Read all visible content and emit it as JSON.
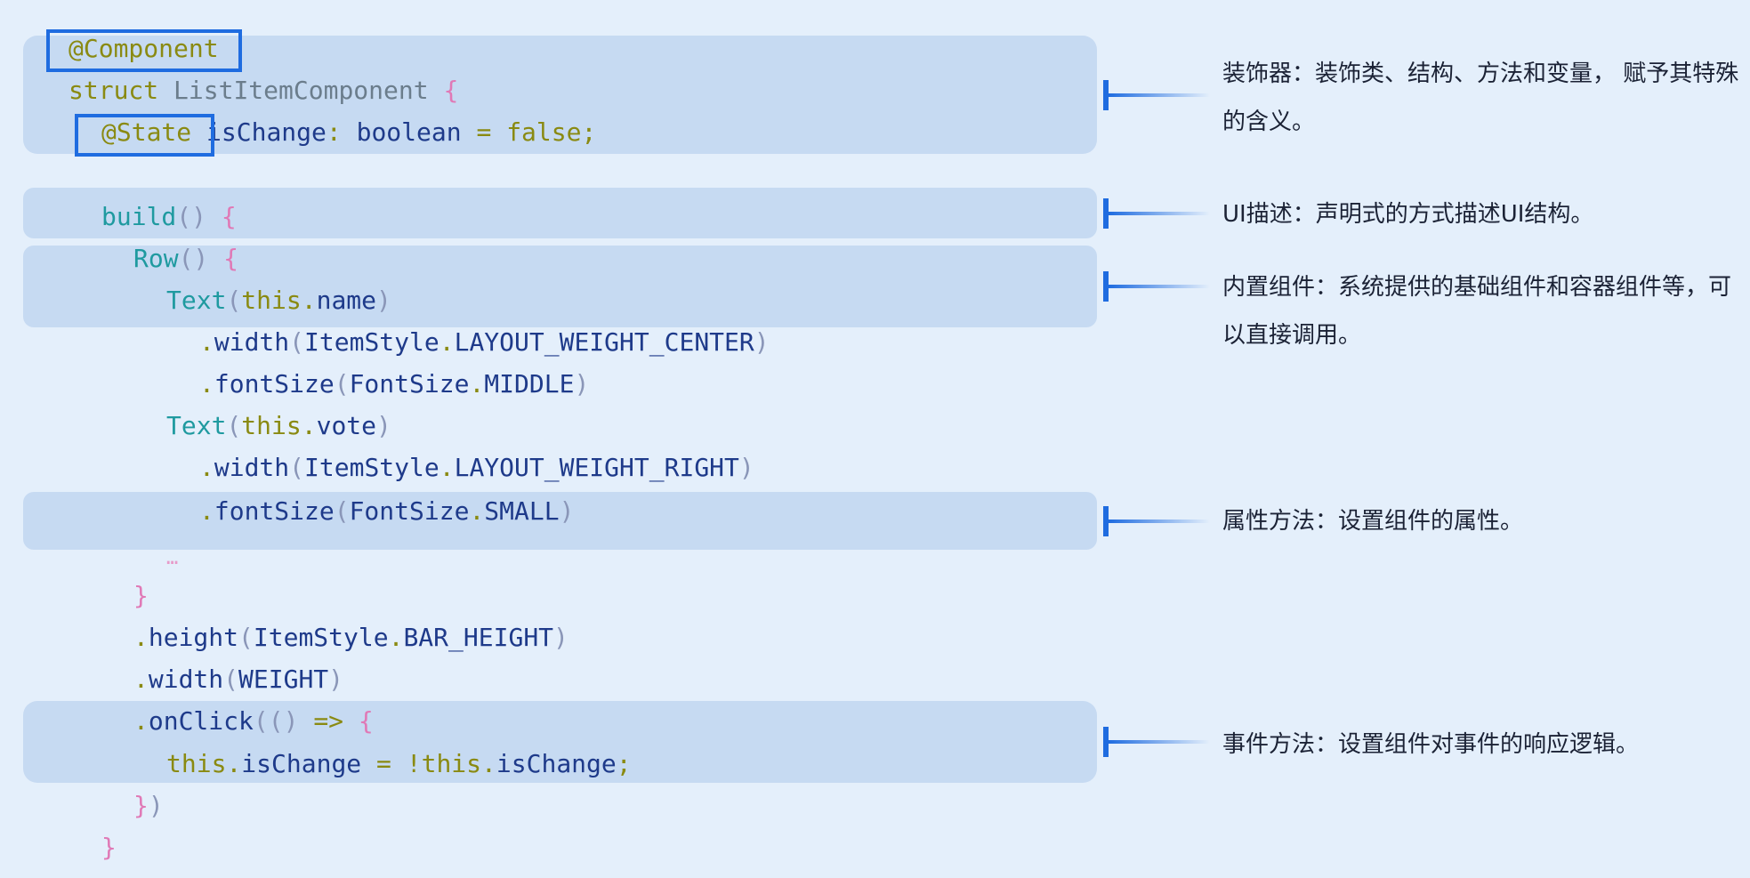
{
  "code": {
    "line1": {
      "decorator": "@Component"
    },
    "line2": {
      "kw": "struct",
      "name": "ListItemComponent",
      "brace": "{"
    },
    "line3": {
      "decorator": "@State",
      "var": "isChange",
      "colon": ":",
      "type": "boolean",
      "eq": "=",
      "val": "false",
      "semi": ";"
    },
    "line4": {
      "fn": "build",
      "parens": "()",
      "brace": "{"
    },
    "line5": {
      "fn": "Row",
      "parens": "()",
      "brace": "{"
    },
    "line6": {
      "fn": "Text",
      "open": "(",
      "this": "this",
      "dot": ".",
      "prop": "name",
      "close": ")"
    },
    "line7": {
      "dot": ".",
      "method": "width",
      "open": "(",
      "obj": "ItemStyle",
      "dot2": ".",
      "const": "LAYOUT_WEIGHT_CENTER",
      "close": ")"
    },
    "line8": {
      "dot": ".",
      "method": "fontSize",
      "open": "(",
      "obj": "FontSize",
      "dot2": ".",
      "const": "MIDDLE",
      "close": ")"
    },
    "line9": {
      "fn": "Text",
      "open": "(",
      "this": "this",
      "dot": ".",
      "prop": "vote",
      "close": ")"
    },
    "line10": {
      "dot": ".",
      "method": "width",
      "open": "(",
      "obj": "ItemStyle",
      "dot2": ".",
      "const": "LAYOUT_WEIGHT_RIGHT",
      "close": ")"
    },
    "line11": {
      "dot": ".",
      "method": "fontSize",
      "open": "(",
      "obj": "FontSize",
      "dot2": ".",
      "const": "SMALL",
      "close": ")"
    },
    "line12": {
      "ellipsis": "…"
    },
    "line13": {
      "brace": "}"
    },
    "line14": {
      "dot": ".",
      "method": "height",
      "open": "(",
      "obj": "ItemStyle",
      "dot2": ".",
      "const": "BAR_HEIGHT",
      "close": ")"
    },
    "line15": {
      "dot": ".",
      "method": "width",
      "open": "(",
      "arg": "WEIGHT",
      "close": ")"
    },
    "line16": {
      "dot": ".",
      "method": "onClick",
      "open": "(",
      "parens": "()",
      "arrow": "=>",
      "brace": "{"
    },
    "line17": {
      "this": "this",
      "dot": ".",
      "prop": "isChange",
      "eq": "=",
      "bang": "!",
      "this2": "this",
      "dot2": ".",
      "prop2": "isChange",
      "semi": ";"
    },
    "line18": {
      "brace": "}",
      "close": ")"
    },
    "line19": {
      "brace": "}"
    }
  },
  "annotations": {
    "decorator": "装饰器：装饰类、结构、方法和变量， 赋予其特殊的含义。",
    "ui_description": "UI描述：声明式的方式描述UI结构。",
    "builtin_components": "内置组件：系统提供的基础组件和容器组件等，可以直接调用。",
    "attribute_methods": "属性方法：设置组件的属性。",
    "event_methods": "事件方法：设置组件对事件的响应逻辑。"
  },
  "colors": {
    "background": "#e4effb",
    "band": "#c6daf2",
    "highlight_box": "#1f6ce0",
    "connector": "#1f6ce0"
  }
}
